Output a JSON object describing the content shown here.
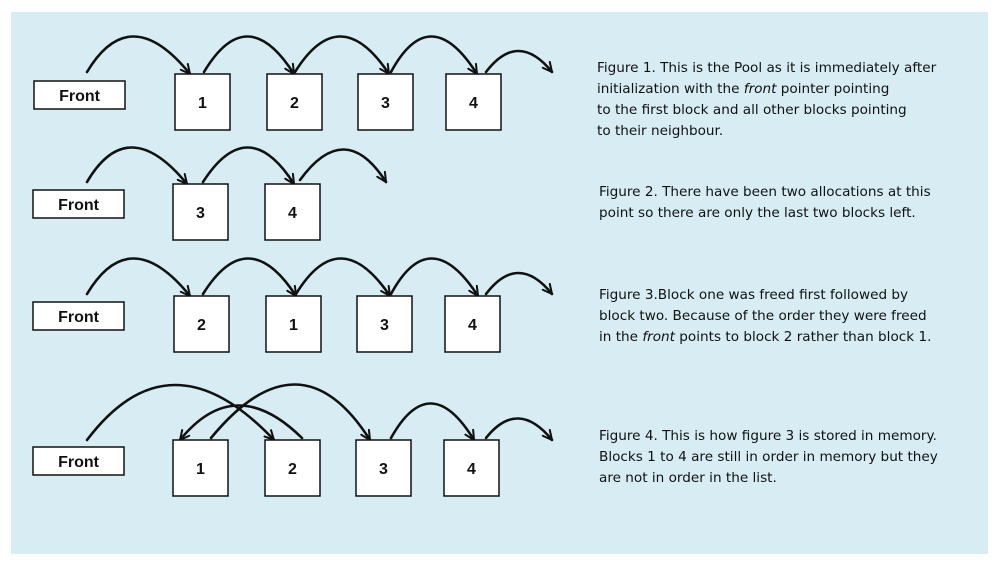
{
  "figures": [
    {
      "front_label": "Front",
      "blocks": [
        "1",
        "2",
        "3",
        "4"
      ],
      "caption": {
        "prefix": "Figure 1. This is the Pool as it is immediately after initialization with the ",
        "emphasis": "front",
        "suffix": " pointer pointing to the first block and all other blocks pointing to their neighbour."
      }
    },
    {
      "front_label": "Front",
      "blocks": [
        "3",
        "4"
      ],
      "caption": {
        "prefix": "Figure 2. There have been two allocations at this point so there are only the last two blocks left.",
        "emphasis": "",
        "suffix": ""
      }
    },
    {
      "front_label": "Front",
      "blocks": [
        "2",
        "1",
        "3",
        "4"
      ],
      "caption": {
        "prefix": "Figure 3.Block one was freed first followed by block two. Because of the order they were freed in the ",
        "emphasis": "front",
        "suffix": " points to block 2 rather than block 1."
      }
    },
    {
      "front_label": "Front",
      "blocks": [
        "1",
        "2",
        "3",
        "4"
      ],
      "caption": {
        "prefix": "Figure 4. This is how figure 3 is stored in memory. Blocks 1 to 4 are still in order in memory but they are not in order in the list.",
        "emphasis": "",
        "suffix": ""
      }
    }
  ],
  "colors": {
    "background": "#d7edf3",
    "stroke": "#111111",
    "box_fill": "#ffffff"
  }
}
